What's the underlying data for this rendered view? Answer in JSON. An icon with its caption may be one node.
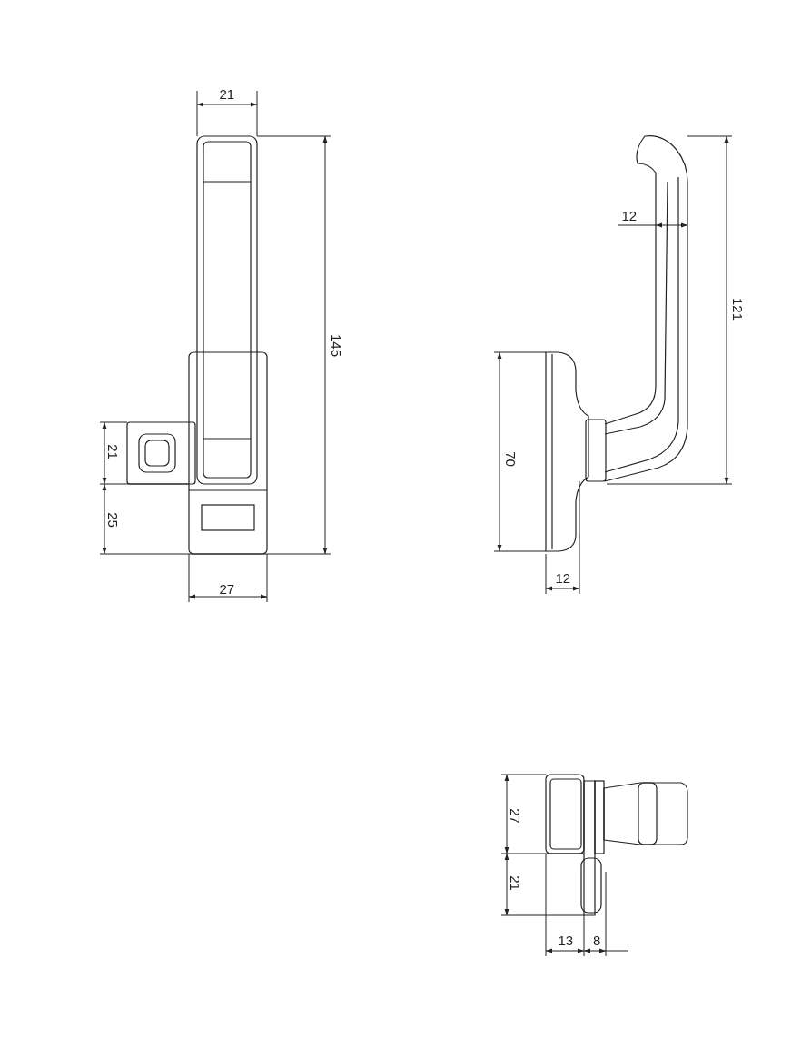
{
  "diagram": {
    "labels": [
      "21",
      "12",
      "121",
      "145",
      "21",
      "70",
      "25",
      "12",
      "27",
      "27",
      "21",
      "13",
      "8"
    ]
  }
}
